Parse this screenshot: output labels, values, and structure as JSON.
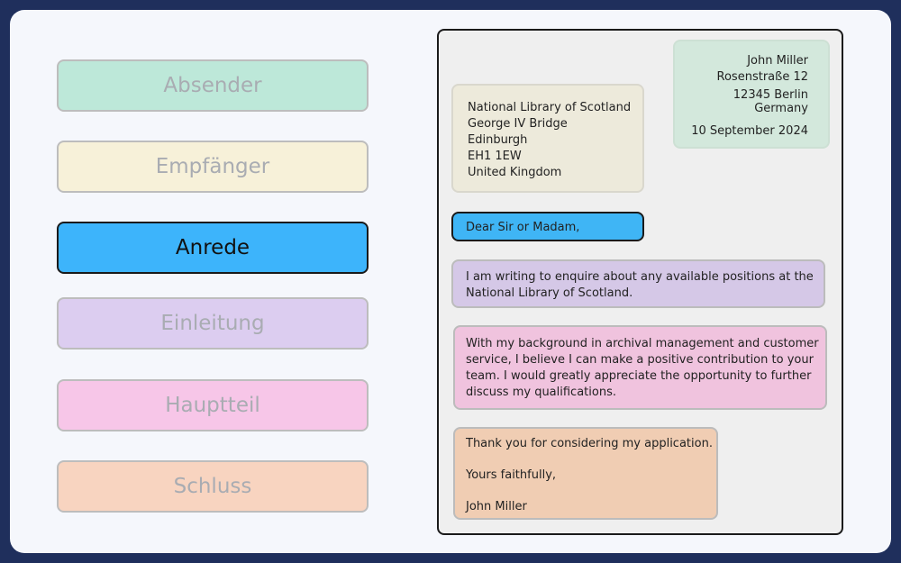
{
  "nav": {
    "items": [
      {
        "label": "Absender",
        "color": "#bde8d9",
        "active": false
      },
      {
        "label": "Empfänger",
        "color": "#f7f1d9",
        "active": false
      },
      {
        "label": "Anrede",
        "color": "#3db4fb",
        "active": true
      },
      {
        "label": "Einleitung",
        "color": "#dccdf0",
        "active": false
      },
      {
        "label": "Hauptteil",
        "color": "#f7c6e8",
        "active": false
      },
      {
        "label": "Schluss",
        "color": "#f8d4c0",
        "active": false
      }
    ]
  },
  "letter": {
    "sender": {
      "name": "John Miller",
      "street": "Rosenstraße 12",
      "city": "12345 Berlin",
      "country": "Germany",
      "date": "10 September 2024"
    },
    "recipient": {
      "line1": "National Library of Scotland",
      "line2": "George IV Bridge",
      "line3": "Edinburgh",
      "line4": "EH1 1EW",
      "line5": "United Kingdom"
    },
    "salutation": "Dear Sir or Madam,",
    "introduction": {
      "line1": "I am writing to enquire about any available positions at the",
      "line2": "National Library of Scotland."
    },
    "main_body": {
      "line1": "With my background in archival management and customer",
      "line2": "service, I believe I can make a positive contribution to your",
      "line3": "team. I would greatly appreciate the opportunity to further",
      "line4": "discuss my qualifications."
    },
    "closing": {
      "thanks": "Thank you for considering my application.",
      "signoff": "Yours faithfully,",
      "signature": "John Miller"
    }
  }
}
